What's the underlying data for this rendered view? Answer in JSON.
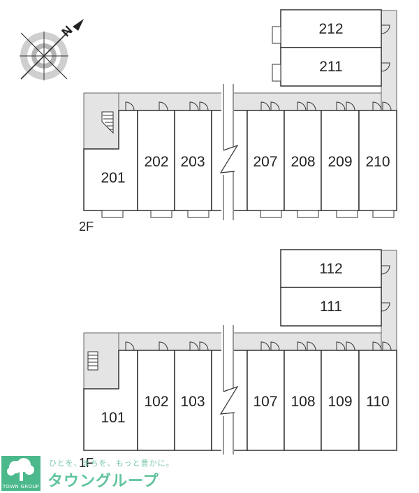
{
  "compass": {
    "north_label": "N"
  },
  "floors": [
    {
      "id": "2F",
      "floor_label": "2F",
      "units": [
        "212",
        "211",
        "201",
        "202",
        "203",
        "207",
        "208",
        "209",
        "210"
      ]
    },
    {
      "id": "1F",
      "floor_label": "1F",
      "units": [
        "112",
        "111",
        "101",
        "102",
        "103",
        "107",
        "108",
        "109",
        "110"
      ]
    }
  ],
  "logo": {
    "brand_mark": "TOWN GROUP",
    "tagline": "ひとを、まちを、もっと豊かに。",
    "name": "タウングループ"
  },
  "colors": {
    "corridor": "#e4e4e4",
    "line": "#333333",
    "logo_green": "#4bb98c"
  }
}
